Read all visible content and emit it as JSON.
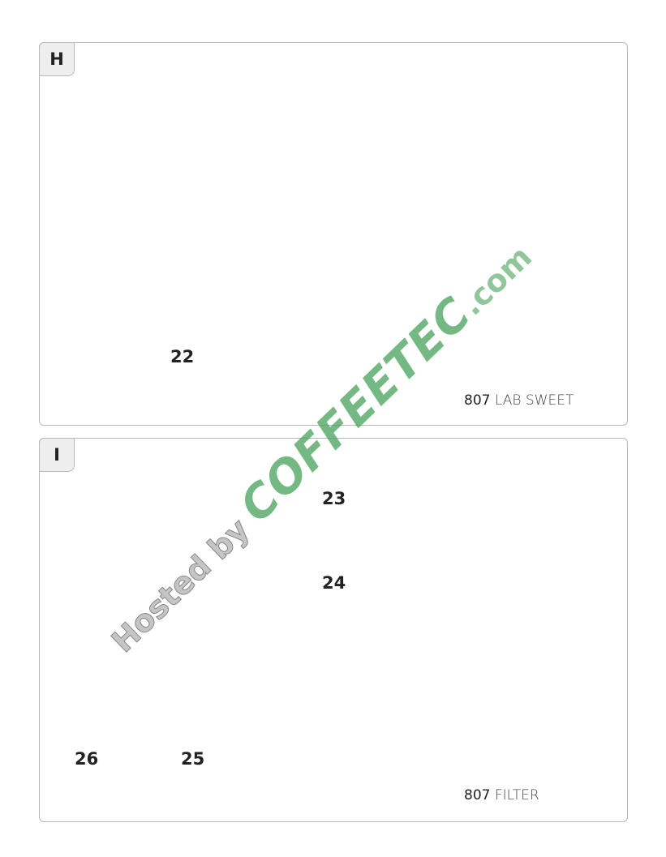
{
  "panels": [
    {
      "tab": "H",
      "callouts": [
        "22"
      ],
      "model_number": "807",
      "model_name": "LAB SWEET"
    },
    {
      "tab": "I",
      "callouts": [
        "23",
        "24",
        "26",
        "25"
      ],
      "model_number": "807",
      "model_name": "FILTER"
    }
  ],
  "watermark": {
    "prefix": "Hosted by ",
    "brand": "COFFEETEC",
    "suffix": ".com"
  },
  "colors": {
    "line": "#222222",
    "panel_border": "#b8b8b8",
    "tab_bg": "#eeeeee",
    "watermark_green": "#46a05a"
  }
}
